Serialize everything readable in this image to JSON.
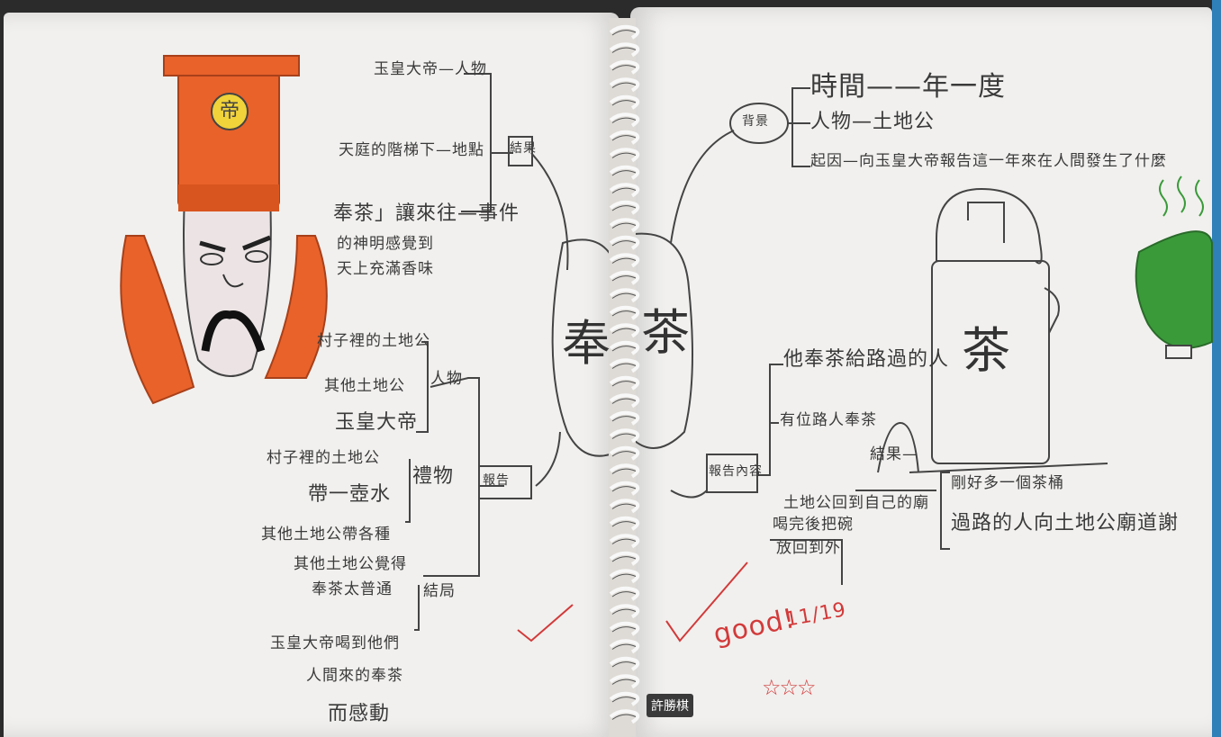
{
  "notebook": {
    "center_title": [
      "奉",
      "茶"
    ],
    "left_page": {
      "emperor_hat_text": "帝",
      "branch_setting": {
        "label": "結果",
        "items": [
          "玉皇大帝—人物",
          "天庭的階梯下—地點",
          "奉茶」讓來往—事件",
          "的神明感覺到",
          "天上充滿香味"
        ]
      },
      "branch_characters": {
        "label": "人物",
        "items": [
          "村子裡的土地公",
          "其他土地公",
          "玉皇大帝"
        ]
      },
      "branch_gifts": {
        "label": "禮物",
        "items": [
          "村子裡的土地公",
          "帶一壺水",
          "其他土地公帶各種"
        ]
      },
      "branch_result": {
        "label": "結局",
        "items": [
          "其他土地公覺得",
          "奉茶太普通",
          "玉皇大帝喝到他們",
          "人間來的奉茶",
          "而感動"
        ]
      },
      "report_label": "報告"
    },
    "right_page": {
      "background_label": "背景",
      "background_items": [
        "時間——年一度",
        "人物—土地公",
        "起因—向玉皇大帝報告這一年來在人間發生了什麼"
      ],
      "jar_text": "茶",
      "report_label": "報告內容",
      "report_items": [
        "他奉茶給路過的人",
        "有位路人奉茶",
        "土地公回到自己的廟",
        "結果—",
        "喝完後把碗",
        "放回到外",
        "剛好多一個茶桶",
        "過路的人向土地公廟道謝"
      ],
      "teacher_mark": "good!",
      "teacher_date": "11/19",
      "stars": "☆☆☆",
      "student_name": "許勝棋"
    }
  },
  "colors": {
    "paper": "#f1f0ee",
    "pencil": "#3a3a3a",
    "hat_orange": "#e8622a",
    "teacher_red": "#d23a3a",
    "bowl_green": "#3a9a3a",
    "accent_blue": "#2f7fb8"
  }
}
